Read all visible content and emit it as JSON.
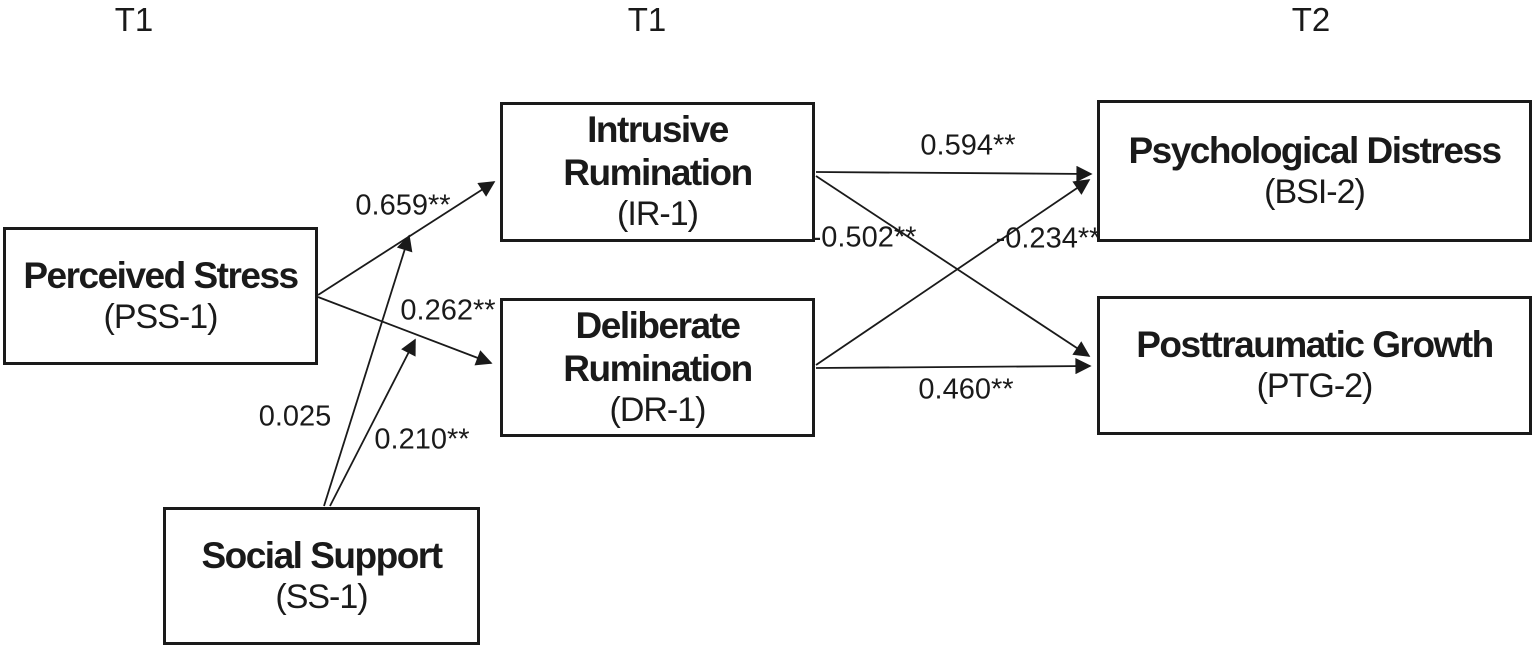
{
  "figure": {
    "time_labels": [
      {
        "id": "t1-left",
        "text": "T1"
      },
      {
        "id": "t1-middle",
        "text": "T1"
      },
      {
        "id": "t2-right",
        "text": "T2"
      }
    ],
    "nodes": {
      "pss": {
        "title": "Perceived Stress",
        "sub": "(PSS-1)"
      },
      "ss": {
        "title": "Social Support",
        "sub": "(SS-1)"
      },
      "ir": {
        "title": "Intrusive Rumination",
        "sub": "(IR-1)"
      },
      "dr": {
        "title": "Deliberate Rumination",
        "sub": "(DR-1)"
      },
      "pd": {
        "title": "Psychological Distress",
        "sub": "(BSI-2)"
      },
      "ptg": {
        "title": "Posttraumatic Growth",
        "sub": "(PTG-2)"
      }
    },
    "paths": {
      "pss_ir": {
        "from": "pss",
        "to": "ir",
        "label": "0.659**"
      },
      "pss_dr": {
        "from": "pss",
        "to": "dr",
        "label": "0.262**"
      },
      "ss_ir": {
        "from": "ss",
        "to": "ir",
        "label": "0.025"
      },
      "ss_dr": {
        "from": "ss",
        "to": "dr",
        "label": "0.210**"
      },
      "ir_pd": {
        "from": "ir",
        "to": "pd",
        "label": "0.594**"
      },
      "ir_ptg": {
        "from": "ir",
        "to": "ptg",
        "label": "-0.502**"
      },
      "dr_pd": {
        "from": "dr",
        "to": "pd",
        "label": "-0.234**"
      },
      "dr_ptg": {
        "from": "dr",
        "to": "ptg",
        "label": "0.460**"
      }
    },
    "colors": {
      "ink": "#1a1a1a",
      "background": "#ffffff"
    }
  }
}
